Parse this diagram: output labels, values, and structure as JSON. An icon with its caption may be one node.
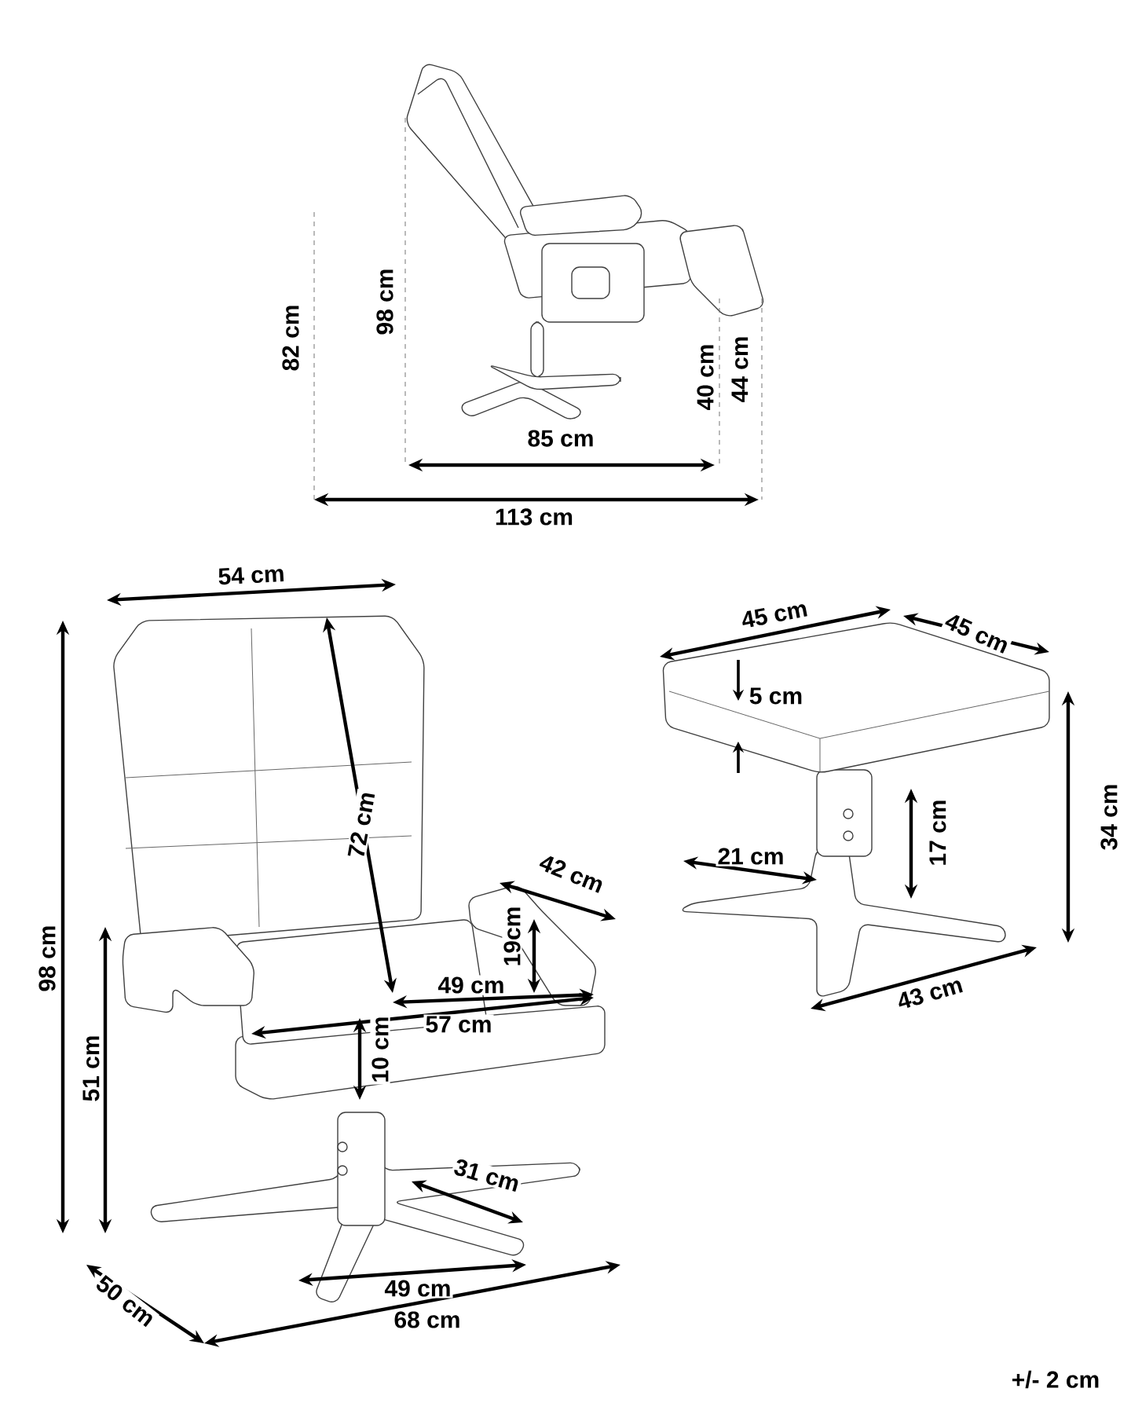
{
  "diagram": {
    "labels": [
      "82 cm",
      "98 cm",
      "40 cm",
      "44 cm",
      "85 cm",
      "113 cm",
      "54 cm",
      "45 cm",
      "45 cm",
      "5 cm",
      "72 cm",
      "17 cm",
      "34 cm",
      "42 cm",
      "21 cm",
      "98 cm",
      "19cm",
      "43 cm",
      "49 cm",
      "57 cm",
      "51 cm",
      "10 cm",
      "31 cm",
      "49 cm",
      "50 cm",
      "68 cm",
      "+/- 2 cm"
    ]
  }
}
